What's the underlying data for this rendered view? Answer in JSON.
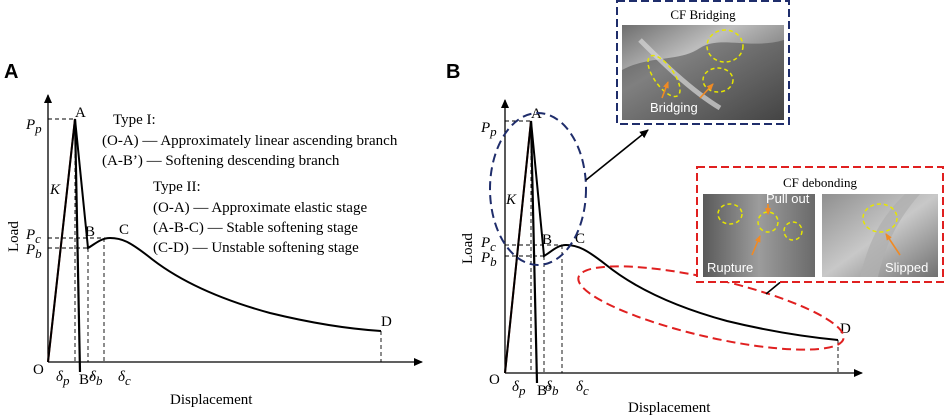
{
  "panel_a": {
    "letter": "A",
    "y_axis_label": "Load",
    "x_axis_label": "Displacement",
    "origin": "O",
    "points": {
      "A": "A",
      "B": "B",
      "C": "C",
      "D": "D",
      "B_prime": "B’"
    },
    "stiffness": "K",
    "loads": {
      "p": "P",
      "p_sub": "p",
      "c": "P",
      "c_sub": "c",
      "b": "P",
      "b_sub": "b"
    },
    "displacements": {
      "p": "δ",
      "p_sub": "p",
      "b": "δ",
      "b_sub": "b",
      "c": "δ",
      "c_sub": "c"
    },
    "type1": {
      "heading": "Type I:",
      "lines": [
        "(O-A) — Approximately linear ascending branch",
        "(A-B’) — Softening descending branch"
      ]
    },
    "type2": {
      "heading": "Type II:",
      "lines": [
        "(O-A) — Approximate elastic stage",
        "(A-B-C) — Stable softening stage",
        "(C-D) — Unstable softening stage"
      ]
    }
  },
  "panel_b": {
    "letter": "B",
    "y_axis_label": "Load",
    "x_axis_label": "Displacement",
    "origin": "O",
    "points": {
      "A": "A",
      "B": "B",
      "C": "C",
      "D": "D",
      "B_prime": "B’"
    },
    "stiffness": "K",
    "loads": {
      "p": "P",
      "p_sub": "p",
      "c": "P",
      "c_sub": "c",
      "b": "P",
      "b_sub": "b"
    },
    "displacements": {
      "p": "δ",
      "p_sub": "p",
      "b": "δ",
      "b_sub": "b",
      "c": "δ",
      "c_sub": "c"
    },
    "bridging_box": {
      "title": "CF Bridging",
      "annotation": "Bridging",
      "border_color": "#1f2d6b"
    },
    "debonding_box": {
      "title": "CF debonding",
      "annotations": {
        "pull_out": "Pull out",
        "rupture": "Rupture",
        "slipped": "Slipped"
      },
      "border_color": "#e02020"
    }
  },
  "colors": {
    "curve": "#000000",
    "stiffness_line": "#c0392b",
    "ellipse_blue": "#1f2d6b",
    "ellipse_red": "#e02020",
    "sem_highlight": "#e6e600",
    "sem_arrow": "#f08a24"
  }
}
